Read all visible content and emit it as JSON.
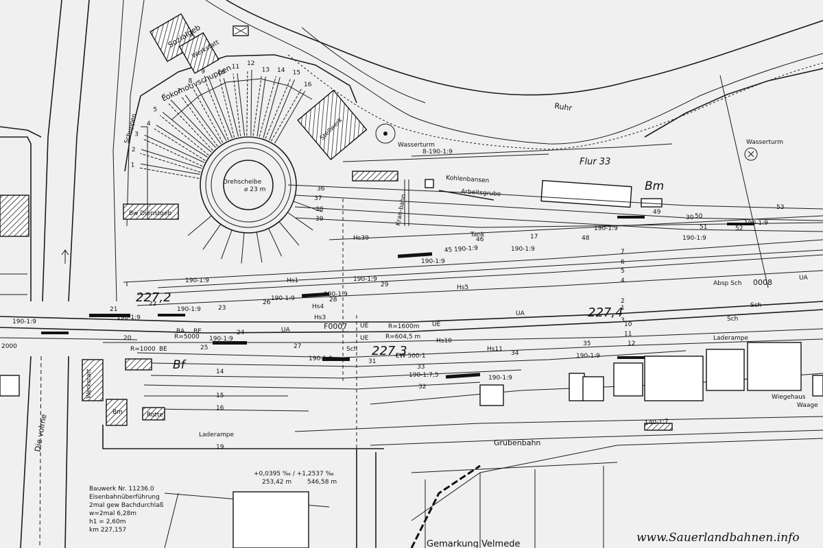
{
  "labels": {
    "sozialgeb": "Sozialgeb",
    "werkstatt": "Werkstatt",
    "lokomotivschuppen": "Lokomotivschuppen",
    "schuppen": "Schuppen",
    "drehscheibe": "Drehscheibe",
    "drehscheibe_dia": "⌀ 23 m",
    "bw_dienstgeb": "Bw Dienstgeb",
    "stellwerk": "Stellwerk",
    "wasserturm_left": "Wasserturm",
    "wasserturm_right": "Wasserturm",
    "ruhr": "Ruhr",
    "flur": "Flur 33",
    "bm_top": "Bm",
    "kohlenbansen": "Kohlenbansen",
    "arbeitsgrube": "Arbeitsgrube",
    "kran": "Kran-bahn",
    "tank": "Tank",
    "hs39": "Hs39",
    "hs1": "Hs1",
    "hs4": "Hs4",
    "hs3": "Hs3",
    "hs5": "Hs5",
    "hs10": "Hs10",
    "hs11": "Hs11",
    "km_left": "227,2",
    "km_mid": "227,3",
    "km_right": "227,4",
    "bf": "Bf",
    "werkstatt_low": "Werkstatt",
    "bm_low": "Bm",
    "rotte": "Rotte",
    "laderampe_low": "Laderampe",
    "laderampe_right": "Laderampe",
    "wiegehaus": "Wiegehaus",
    "waage": "Waage",
    "grubenbahn": "Grubenbahn",
    "gemarkung": "Gemarkung Velmede",
    "die_volme": "Die volme",
    "r1000": "R=1000",
    "r5000": "R=5000",
    "r1600": "R=1600m",
    "r604": "R=604,5 m",
    "ew500": "EW 500-1",
    "absp": "Absp Sch",
    "f0007": "F0007",
    "z0008": "0008",
    "sch1": "Sch",
    "sch2": "Sch",
    "sch3": "Sch",
    "ua1": "UA",
    "ua2": "UA",
    "ua3": "UA",
    "ue1": "UE",
    "ue2": "UE",
    "ue3": "UE",
    "ba": "BA",
    "be": "BE",
    "be2": "BE",
    "v2000": "2000",
    "w140": "140-1:7",
    "w190a": "190-1:9",
    "w190b": "190-1:9",
    "w190c": "190-1:9",
    "w190d": "190-1:9",
    "w190e": "190-1:9",
    "w190f": "190-1:9",
    "w190g": "190-1:9",
    "w190h": "190-1:9",
    "w190i": "190-1:9",
    "w190j": "190-1:9",
    "w190k": "190-1:9",
    "w190l": "190-1:9",
    "w190m": "190-1:9",
    "w190n": "190-1:9",
    "w190o": "190-1:9",
    "w190p": "190-1:9",
    "w1907": "190-1:7,5",
    "w8190": "8-190-1:9",
    "w45": "45 190-1:9",
    "grad": "+0,0395 ‰ / +1,2537 ‰",
    "len1": "253,42 m",
    "len2": "546,58 m"
  },
  "bauwerk": {
    "line1": "Bauwerk Nr. 11236.0",
    "line2": "Eisenbahnüberführung",
    "line3": "2mal gew Bachdurchlaß",
    "line4": "w=2mal 6,28m",
    "line5": "h1 = 2,60m",
    "line6": "km 227,157"
  },
  "track_numbers": [
    "1",
    "2",
    "3",
    "4",
    "5",
    "6",
    "7",
    "10",
    "11",
    "12",
    "14",
    "15",
    "16",
    "17",
    "19",
    "20",
    "21",
    "22",
    "23",
    "24",
    "25",
    "26",
    "27",
    "28",
    "29",
    "30",
    "31",
    "32",
    "33",
    "34",
    "35",
    "36",
    "37",
    "38",
    "39",
    "46",
    "48",
    "49",
    "50",
    "51",
    "52",
    "53"
  ],
  "stall_numbers": [
    "1",
    "2",
    "3",
    "4",
    "5",
    "6",
    "7",
    "8",
    "9",
    "10",
    "11",
    "12",
    "13",
    "14",
    "15",
    "16"
  ],
  "watermark": "www.Sauerlandbahnen.info"
}
